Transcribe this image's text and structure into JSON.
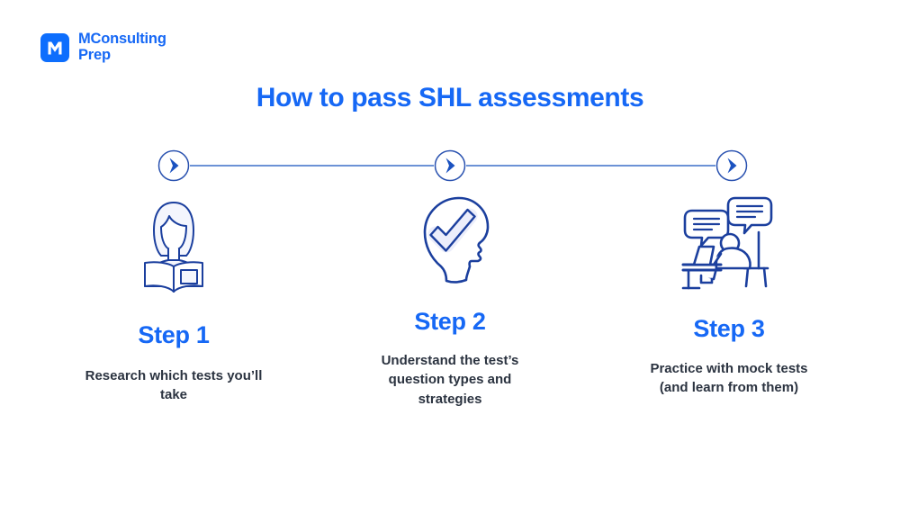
{
  "colors": {
    "brand_blue": "#1668f5",
    "logo_blue": "#0d6efd",
    "icon_navy": "#1b3f9e",
    "line_blue": "#3b6fc9",
    "body_text": "#2b3340",
    "icon_fill": "#f4f6fd",
    "background": "#ffffff"
  },
  "brand": {
    "mark_letter": "M",
    "name": "MConsulting\nPrep"
  },
  "title": "How to pass SHL assessments",
  "timeline": {
    "markers": 3,
    "marker_icon": "chevron-right-circle-icon"
  },
  "steps": [
    {
      "label": "Step 1",
      "description": "Research which tests you’ll take",
      "icon": "person-reading-book-icon"
    },
    {
      "label": "Step 2",
      "description": "Understand the test’s question types and strategies",
      "icon": "head-with-checkmark-icon"
    },
    {
      "label": "Step 3",
      "description": "Practice with mock tests (and learn from them)",
      "icon": "person-at-desk-with-speech-bubbles-icon"
    }
  ]
}
